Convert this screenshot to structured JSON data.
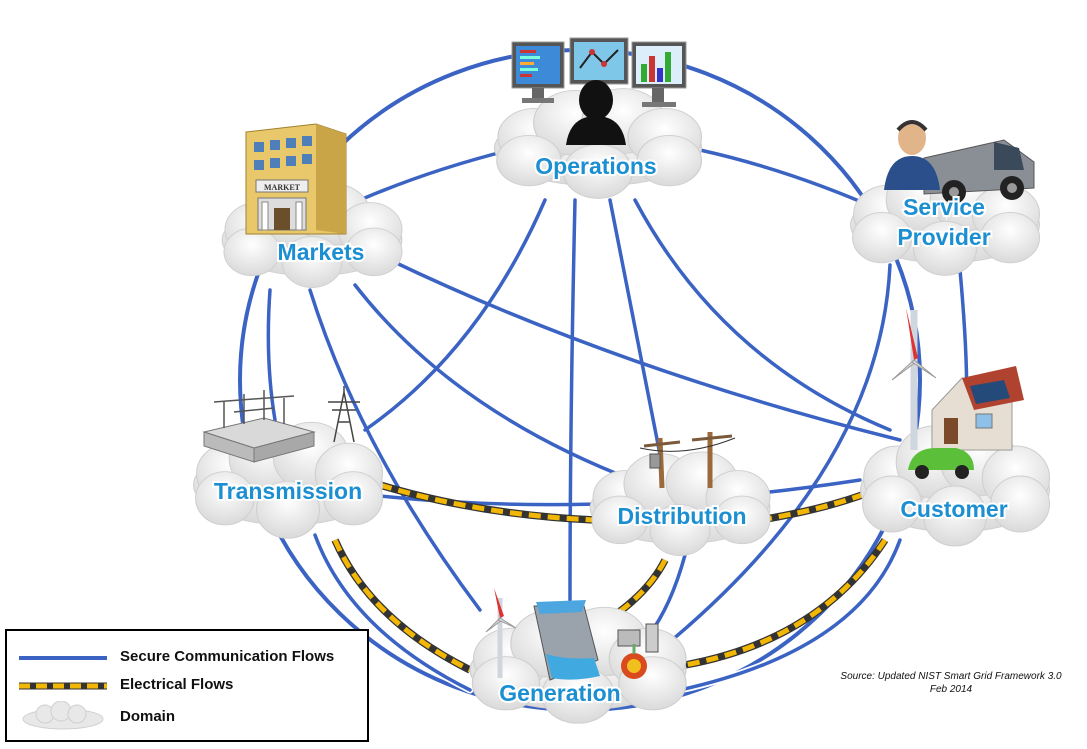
{
  "diagram": {
    "domains": [
      {
        "id": "operations",
        "label": "Operations",
        "icon": "control-room-icon"
      },
      {
        "id": "markets",
        "label": "Markets",
        "icon": "market-building-icon",
        "building_sign": "MARKET"
      },
      {
        "id": "service-provider",
        "label_lines": [
          "Service",
          "Provider"
        ],
        "icon": "service-technician-truck-icon"
      },
      {
        "id": "transmission",
        "label": "Transmission",
        "icon": "substation-tower-icon"
      },
      {
        "id": "distribution",
        "label": "Distribution",
        "icon": "utility-poles-icon"
      },
      {
        "id": "customer",
        "label": "Customer",
        "icon": "house-windturbine-car-icon"
      },
      {
        "id": "generation",
        "label": "Generation",
        "icon": "power-plant-icon"
      }
    ],
    "colors": {
      "communication": "#3a63c4",
      "electrical": "#f2b705",
      "label": "#1b8fd1",
      "cloud": "#eeeeee"
    }
  },
  "legend": {
    "items": [
      {
        "type": "secure-communication",
        "label": "Secure Communication Flows"
      },
      {
        "type": "electrical",
        "label": "Electrical Flows"
      },
      {
        "type": "domain",
        "label": "Domain"
      }
    ]
  },
  "source": {
    "line1": "Source:  Updated NIST Smart Grid Framework 3.0",
    "line2": "Feb 2014"
  }
}
